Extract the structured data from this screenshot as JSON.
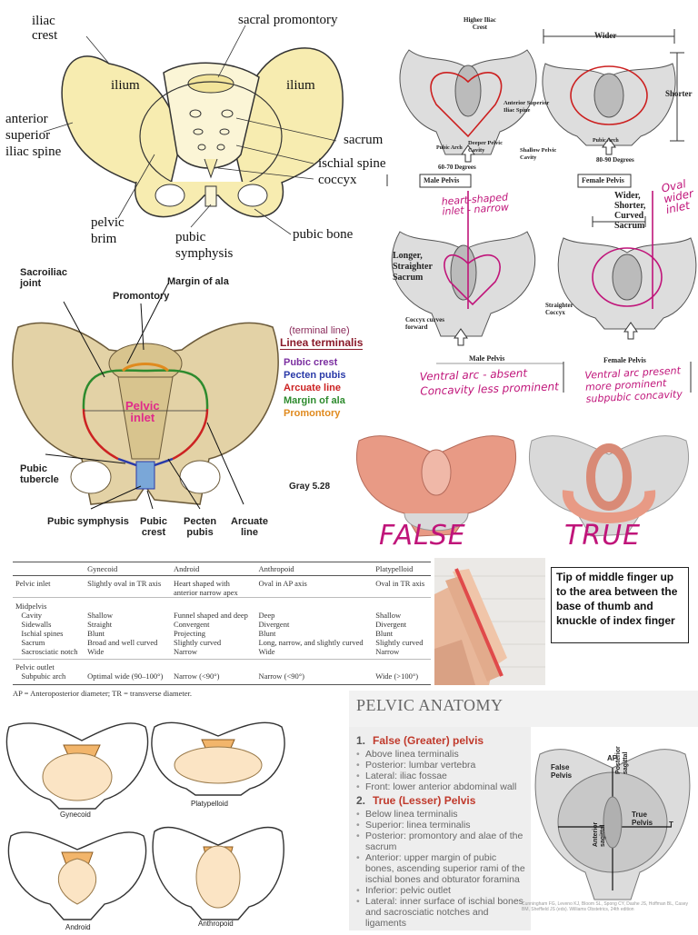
{
  "p1": {
    "iliac_crest": "iliac\ncrest",
    "sacral_promontory": "sacral promontory",
    "ilium_left": "ilium",
    "ilium_right": "ilium",
    "asis": "anterior\nsuperior\niliac spine",
    "sacrum": "sacrum",
    "ischial_spine": "ischial spine",
    "coccyx": "coccyx",
    "pelvic_brim": "pelvic\nbrim",
    "pubic_symphysis": "pubic\nsymphysis",
    "pubic_bone": "pubic bone"
  },
  "p2": {
    "higher_iliac_crest": "Higher Iliac\nCrest",
    "wider": "Wider",
    "shorter": "Shorter",
    "asis": "Anterior Superior\nIliac Spine",
    "deeper_cavity": "Deeper Pelvic\nCavity",
    "shallow_cavity": "Shallow Pelvic\nCavity",
    "pubic_arch_male": "Pubic Arch",
    "pubic_arch_female": "Pubic Arch",
    "deg_male": "60-70 Degrees",
    "deg_female": "80-90 Degrees",
    "male_pelvis": "Male Pelvis",
    "female_pelvis": "Female Pelvis",
    "longer_sacrum": "Longer,\nStraighter\nSacrum",
    "wider_shorter": "Wider,\nShorter,\nCurved\nSacrum",
    "coccyx_forward": "Coccyx curves\nforward",
    "straighter_coccyx": "Straighter\nCoccyx",
    "male_pelvis_2": "Male Pelvis",
    "female_pelvis_2": "Female Pelvis",
    "hw_heart": "heart-shaped\ninlet - narrow",
    "hw_oval": "Oval\nwider\ninlet",
    "hw_ventral_male": "Ventral arc - absent\nConcavity less prominent",
    "hw_ventral_female": "Ventral arc present\nmore prominent\nsubpubic concavity"
  },
  "p3": {
    "sacroiliac": "Sacroiliac\njoint",
    "margin_ala": "Margin of ala",
    "promontory": "Promontory",
    "pelvic_inlet": "Pelvic\ninlet",
    "pubic_tubercle": "Pubic\ntubercle",
    "pubic_symphysis": "Pubic symphysis",
    "pubic_crest": "Pubic\ncrest",
    "pecten_pubis": "Pecten\npubis",
    "arcuate_line": "Arcuate\nline",
    "terminal_line": "(terminal line)",
    "linea_terminalis": "Linea terminalis",
    "gray": "Gray 5.28",
    "legend": [
      {
        "label": "Pubic crest",
        "color": "#7b2fa0"
      },
      {
        "label": "Pecten pubis",
        "color": "#2a3aa8"
      },
      {
        "label": "Arcuate line",
        "color": "#cc2222"
      },
      {
        "label": "Margin of ala",
        "color": "#2e8b2e"
      },
      {
        "label": "Promontory",
        "color": "#e08a1e"
      }
    ]
  },
  "p4": {
    "false_label": "FALSE",
    "true_label": "TRUE"
  },
  "table": {
    "headers": [
      "",
      "Gynecoid",
      "Android",
      "Anthropoid",
      "Platypelloid"
    ],
    "rows": [
      [
        "Pelvic inlet",
        "Slightly oval in TR axis",
        "Heart shaped with\nanterior narrow apex",
        "Oval in AP axis",
        "Oval in TR axis"
      ],
      [
        "Midpelvis",
        "",
        "",
        "",
        ""
      ],
      [
        "   Cavity",
        "Shallow",
        "Funnel shaped and deep",
        "Deep",
        "Shallow"
      ],
      [
        "   Sidewalls",
        "Straight",
        "Convergent",
        "Divergent",
        "Divergent"
      ],
      [
        "   Ischial spines",
        "Blunt",
        "Projecting",
        "Blunt",
        "Blunt"
      ],
      [
        "   Sacrum",
        "Broad and well curved",
        "Slightly curved",
        "Long, narrow, and slightly curved",
        "Slightly curved"
      ],
      [
        "   Sacrosciatic notch",
        "Wide",
        "Narrow",
        "Wide",
        "Narrow"
      ],
      [
        "Pelvic outlet",
        "",
        "",
        "",
        ""
      ],
      [
        "   Subpubic arch",
        "Optimal wide (90–100°)",
        "Narrow (<90°)",
        "Narrow (<90°)",
        "Wide (>100°)"
      ]
    ],
    "footnote": "AP = Anteroposterior diameter; TR = transverse diameter."
  },
  "callout": "Tip of middle finger up to the area between the base of thumb and knuckle of index finger",
  "shapes": {
    "gynecoid": "Gynecoid",
    "platypelloid": "Platypelloid",
    "android": "Android",
    "anthropoid": "Anthropoid"
  },
  "slide": {
    "title": "PELVIC ANATOMY",
    "h1_num": "1.",
    "h1": "False (Greater) pelvis",
    "false_items": [
      "Above linea terminalis",
      "Posterior: lumbar vertebra",
      "Lateral: iliac fossae",
      "Front: lower anterior abdominal wall"
    ],
    "h2_num": "2.",
    "h2": "True (Lesser) Pelvis",
    "true_items": [
      "Below linea terminalis",
      "Superior: linea terminalis",
      "Posterior: promontory and alae of the sacrum",
      "Anterior: upper margin of pubic bones, ascending superior rami of the ischial bones and obturator foramina",
      "Inferior: pelvic outlet",
      "Lateral: inner surface of ischial bones and sacrosciatic notches and ligaments"
    ],
    "diag_false": "False\nPelvis",
    "diag_true": "True\nPelvis",
    "diag_ap": "AP",
    "diag_t": "T",
    "diag_post_sag": "Posterior\nsagittal",
    "diag_ant_sag": "Anterior\nsagittal",
    "citation": "Cunningham FG, Leveno KJ, Bloom SL, Spong CY, Dashe JS, Hoffman BL, Casey BM, Sheffield JS (eds). Williams Obstetrics, 24th edition"
  },
  "colors": {
    "bone_yellow": "#f7ecb0",
    "bone_tan": "#e3d2a6",
    "false_pelvis_pink": "#e89a85",
    "red_heading": "#c0392b",
    "handwriting": "#c0157a"
  }
}
